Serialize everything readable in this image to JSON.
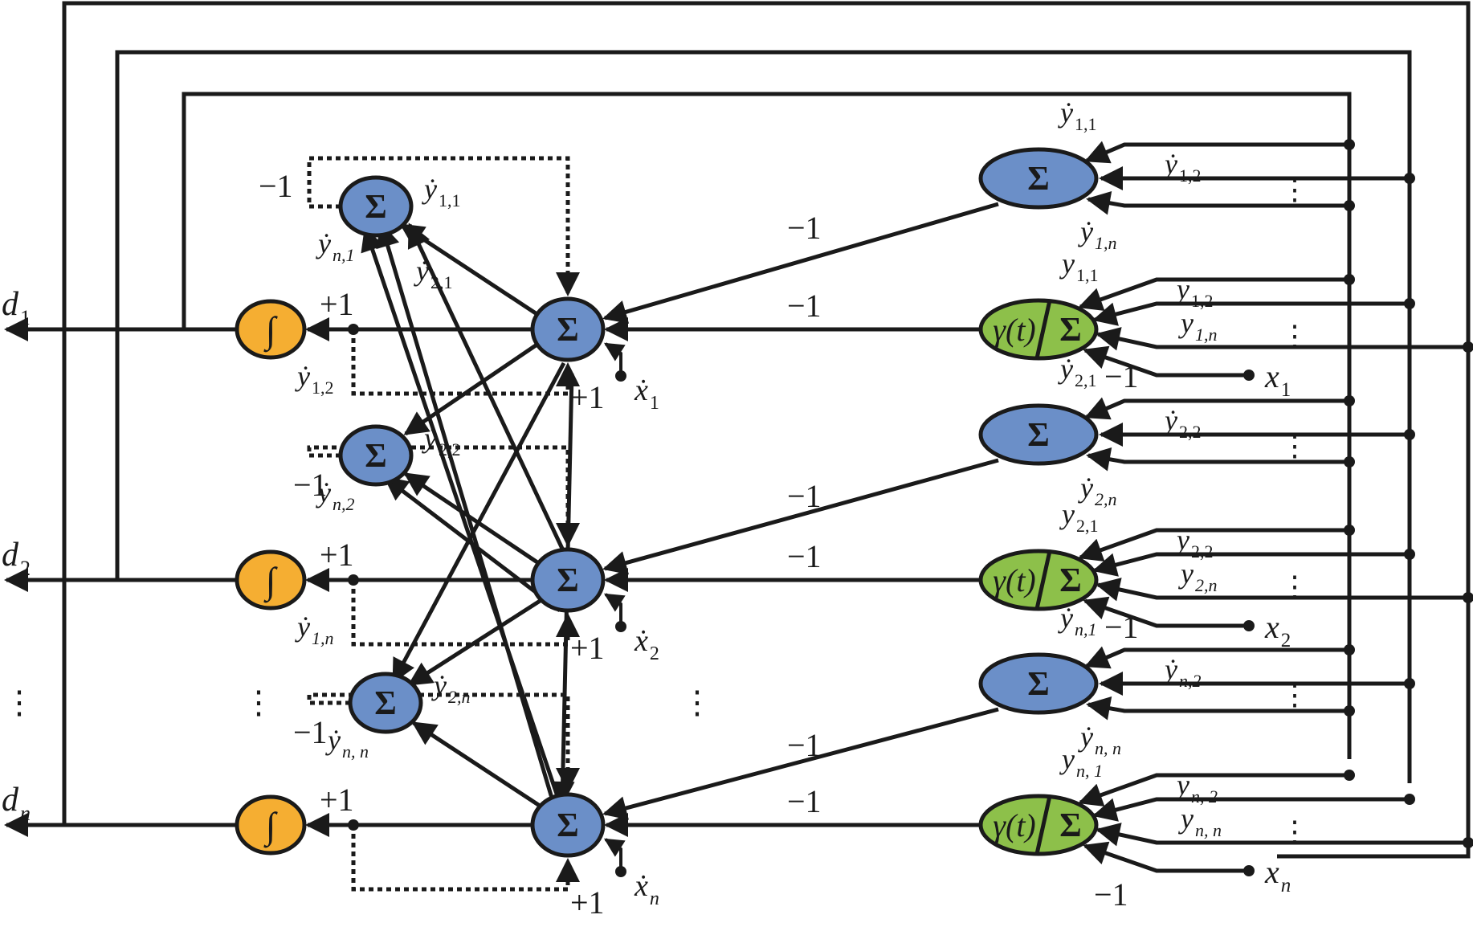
{
  "colors": {
    "sum_node": "#6b8fc8",
    "integrator_node": "#f5ae32",
    "gain_node": "#8dc04a",
    "line": "#1a1a1a"
  },
  "symbols": {
    "sum": "Σ",
    "integral": "∫",
    "gain_left": "γ(t)",
    "gain_right": "Σ",
    "vdots": "⋮"
  },
  "outputs": {
    "d1": {
      "base": "d",
      "sub": "1"
    },
    "d2": {
      "base": "d",
      "sub": "2"
    },
    "dn": {
      "base": "d",
      "sub": "n"
    }
  },
  "rows": [
    {
      "id": "1",
      "integrator_gain": "+1",
      "feedback_gain": "+1",
      "self_gain": "−1",
      "input": {
        "base": "ẋ",
        "sub": "1"
      },
      "right_sum_gain": "−1",
      "right_gain_gain": "−1",
      "x_input": {
        "base": "x",
        "sub": "1"
      },
      "x_input_gain": "−1",
      "small_sum_out": {
        "base": "ẏ",
        "sub": "1,1"
      },
      "small_sum_in_a": {
        "base": "ẏ",
        "sub": "n,1"
      },
      "small_sum_in_b": {
        "base": "ẏ",
        "sub": "2,1"
      },
      "feedback_label": {
        "base": "ẏ",
        "sub": "1,2"
      },
      "rs_in_top": {
        "base": "ẏ",
        "sub": "1,1"
      },
      "rs_in_mid": {
        "base": "ẏ",
        "sub": "1,2"
      },
      "rs_in_bot": {
        "base": "ẏ",
        "sub": "1,n"
      },
      "rg_in_top": {
        "base": "y",
        "sub": "1,1"
      },
      "rg_in_mid": {
        "base": "y",
        "sub": "1,2"
      },
      "rg_in_bot": {
        "base": "y",
        "sub": "1,n"
      }
    },
    {
      "id": "2",
      "integrator_gain": "+1",
      "feedback_gain": "+1",
      "self_gain": "−1",
      "input": {
        "base": "ẋ",
        "sub": "2"
      },
      "right_sum_gain": "−1",
      "right_gain_gain": "−1",
      "x_input": {
        "base": "x",
        "sub": "2"
      },
      "x_input_gain": "−1",
      "small_sum_out": {
        "base": "ẏ",
        "sub": "2,2"
      },
      "small_sum_in_a": {
        "base": "ẏ",
        "sub": "n,2"
      },
      "small_sum_in_b": {
        "base": "ẏ",
        "sub": "2,2"
      },
      "feedback_label": {
        "base": "ẏ",
        "sub": "1,n"
      },
      "rs_in_top": {
        "base": "ẏ",
        "sub": "2,1"
      },
      "rs_in_mid": {
        "base": "ẏ",
        "sub": "2,2"
      },
      "rs_in_bot": {
        "base": "ẏ",
        "sub": "2,n"
      },
      "rg_in_top": {
        "base": "y",
        "sub": "2,1"
      },
      "rg_in_mid": {
        "base": "y",
        "sub": "2,2"
      },
      "rg_in_bot": {
        "base": "y",
        "sub": "2,n"
      }
    },
    {
      "id": "n",
      "integrator_gain": "+1",
      "feedback_gain": "+1",
      "self_gain": "−1",
      "input": {
        "base": "ẋ",
        "sub": "n"
      },
      "right_sum_gain": "−1",
      "right_gain_gain": "−1",
      "x_input": {
        "base": "x",
        "sub": "n"
      },
      "x_input_gain": "−1",
      "small_sum_out": {
        "base": "ẏ",
        "sub": "2,n"
      },
      "small_sum_in_a": {
        "base": "ẏ",
        "sub": "n, n"
      },
      "rs_in_top": {
        "base": "ẏ",
        "sub": "n,1"
      },
      "rs_in_mid": {
        "base": "ẏ",
        "sub": "n,2"
      },
      "rs_in_bot": {
        "base": "ẏ",
        "sub": "n, n"
      },
      "rg_in_top": {
        "base": "y",
        "sub": "n, 1"
      },
      "rg_in_mid": {
        "base": "y",
        "sub": "n, 2"
      },
      "rg_in_bot": {
        "base": "y",
        "sub": "n, n"
      }
    }
  ]
}
